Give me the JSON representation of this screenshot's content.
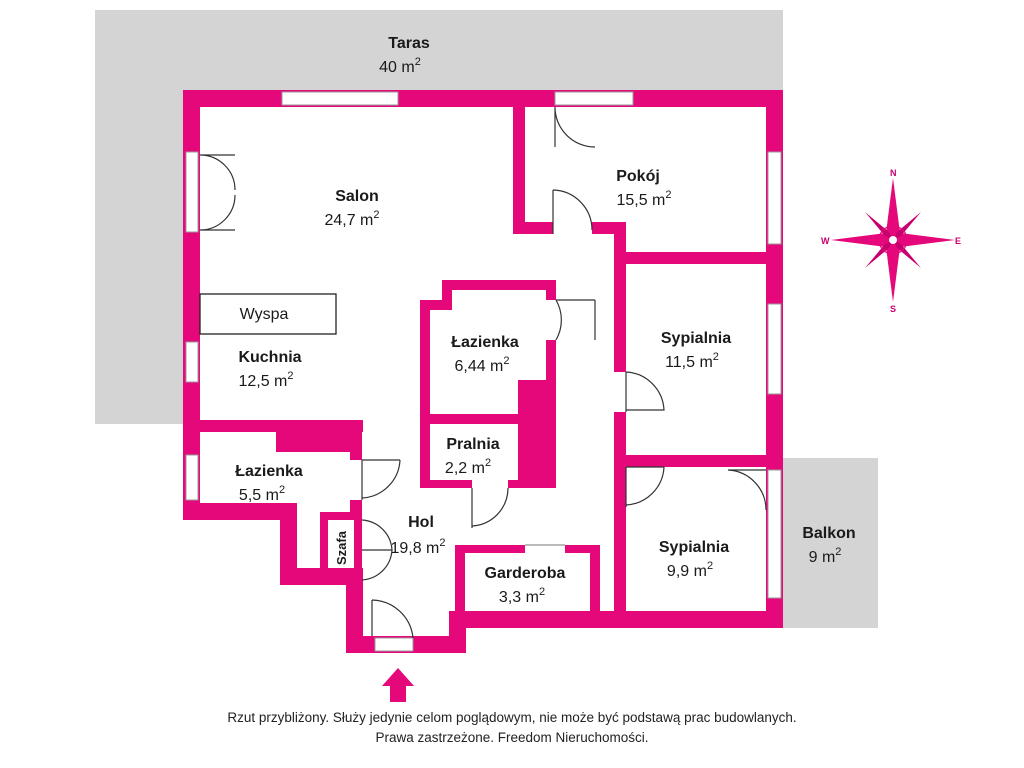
{
  "colors": {
    "wall": "#e4087a",
    "outdoor": "#d4d4d4",
    "compass": "#c8006e"
  },
  "rooms": {
    "taras": {
      "name": "Taras",
      "area": "40 m",
      "unit_sup": "2"
    },
    "salon": {
      "name": "Salon",
      "area": "24,7 m",
      "unit_sup": "2"
    },
    "pokoj": {
      "name": "Pokój",
      "area": "15,5 m",
      "unit_sup": "2"
    },
    "wyspa": {
      "name": "Wyspa"
    },
    "kuchnia": {
      "name": "Kuchnia",
      "area": "12,5 m",
      "unit_sup": "2"
    },
    "lazienka_1": {
      "name": "Łazienka",
      "area": "6,44 m",
      "unit_sup": "2"
    },
    "sypialnia_1": {
      "name": "Sypialnia",
      "area": "11,5 m",
      "unit_sup": "2"
    },
    "pralnia": {
      "name": "Pralnia",
      "area": "2,2 m",
      "unit_sup": "2"
    },
    "lazienka_2": {
      "name": "Łazienka",
      "area": "5,5 m",
      "unit_sup": "2"
    },
    "hol": {
      "name": "Hol",
      "area": "19,8 m",
      "unit_sup": "2"
    },
    "szafa": {
      "name": "Szafa"
    },
    "garderoba": {
      "name": "Garderoba",
      "area": "3,3 m",
      "unit_sup": "2"
    },
    "sypialnia_2": {
      "name": "Sypialnia",
      "area": "9,9 m",
      "unit_sup": "2"
    },
    "balkon": {
      "name": "Balkon",
      "area": "9 m",
      "unit_sup": "2"
    }
  },
  "compass": {
    "n": "N",
    "s": "S",
    "e": "E",
    "w": "W"
  },
  "footer": {
    "line1": "Rzut przybliżony. Służy jedynie celom poglądowym, nie może być podstawą prac budowlanych.",
    "line2": "Prawa zastrzeżone. Freedom Nieruchomości."
  }
}
